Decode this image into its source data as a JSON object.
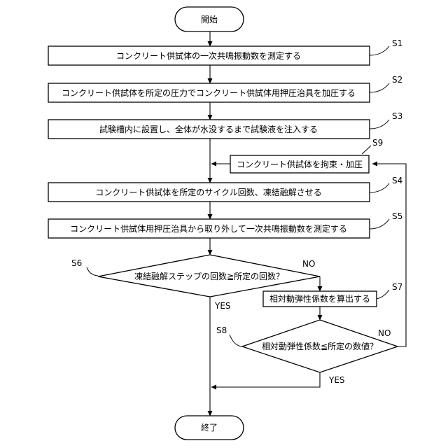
{
  "flowchart": {
    "start": "開始",
    "end": "終了",
    "process": {
      "s1": "コンクリート供試体の一次共鳴振動数を測定する",
      "s2": "コンクリート供試体を所定の圧力でコンクリート供試体用押圧治具を加圧する",
      "s3": "試験槽内に設置し、全体が水没するまで試験液を注入する",
      "s9": "コンクリート供試体を拘束・加圧",
      "s4": "コンクリート供試体を所定のサイクル回数、凍結融解させる",
      "s5": "コンクリート供試体用押圧治具から取り外して一次共鳴振動数を測定する",
      "s7": "相対動弾性係数を算出する"
    },
    "decision": {
      "s6": "凍結融解ステップの回数≧所定の回数？",
      "s8": "相対動弾性係数≦所定の数値？"
    },
    "step_labels": {
      "s1": "S1",
      "s2": "S2",
      "s3": "S3",
      "s9": "S9",
      "s4": "S4",
      "s5": "S5",
      "s6": "S6",
      "s7": "S7",
      "s8": "S8"
    },
    "branch": {
      "s6_no": "NO",
      "s6_yes": "YES",
      "s8_no": "NO",
      "s8_yes": "YES"
    }
  }
}
